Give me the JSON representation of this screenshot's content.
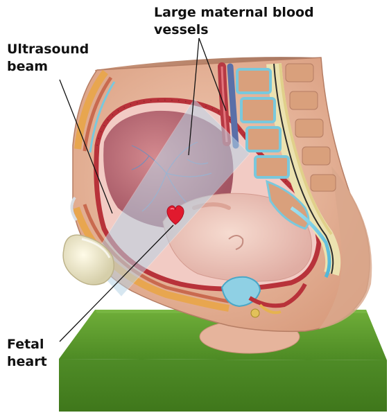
{
  "labels": {
    "blood_vessels": {
      "line1": "Large maternal blood",
      "line2": "vessels"
    },
    "ultrasound_beam": {
      "line1": "Ultrasound",
      "line2": "beam"
    },
    "fetal_heart": {
      "line1": "Fetal",
      "line2": "heart"
    }
  },
  "colors": {
    "base_green": "#5f9a2e",
    "skin": "#e8b89a",
    "uterine_wall": "#b8323a",
    "amniotic_fluid": "#f1c7c0",
    "spine_bone": "#d9a07c",
    "spine_disc": "#6fc5e0",
    "ultrasound_beam": "#b8d4e6",
    "heart": "#e11a2e"
  },
  "icons": {
    "transducer": "ultrasound-probe-icon",
    "heart": "heart-icon"
  }
}
